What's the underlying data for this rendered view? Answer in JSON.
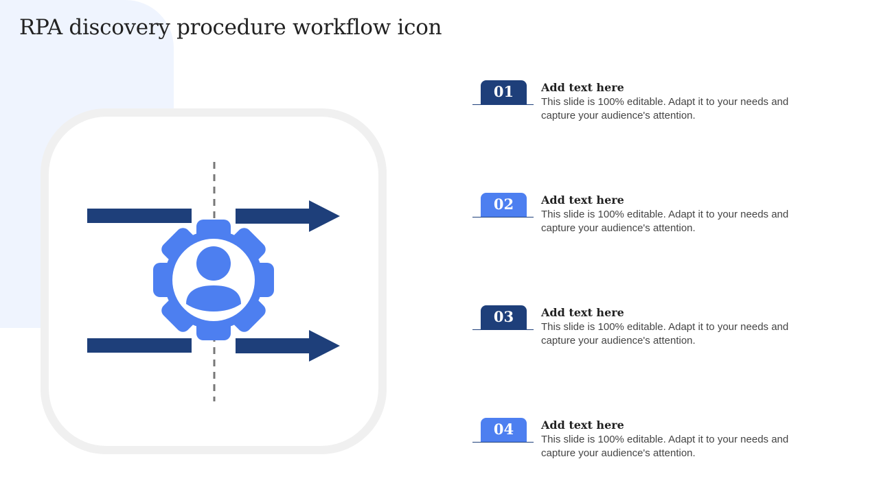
{
  "slide": {
    "title": "RPA discovery procedure workflow icon"
  },
  "icon": {
    "name": "rpa-workflow-icon",
    "colors": {
      "dark_navy": "#1e3f7a",
      "accent_blue": "#4d7ff0",
      "dashed_line": "#777777",
      "card_border": "#f0f0f0",
      "background_shape": "#eff4fe"
    }
  },
  "steps": [
    {
      "number": "01",
      "heading": "Add text here",
      "description": "This slide is 100% editable. Adapt it to your needs and capture your audience's attention.",
      "badge_color": "#1e3f7a"
    },
    {
      "number": "02",
      "heading": "Add text here",
      "description": "This slide is 100% editable. Adapt it to your needs and capture your audience's attention.",
      "badge_color": "#4d7ff0"
    },
    {
      "number": "03",
      "heading": "Add text here",
      "description": "This slide is 100% editable. Adapt it to your needs and capture your audience's attention.",
      "badge_color": "#1e3f7a"
    },
    {
      "number": "04",
      "heading": "Add text here",
      "description": "This slide is 100% editable. Adapt it to your needs and capture your audience's attention.",
      "badge_color": "#4d7ff0"
    }
  ]
}
